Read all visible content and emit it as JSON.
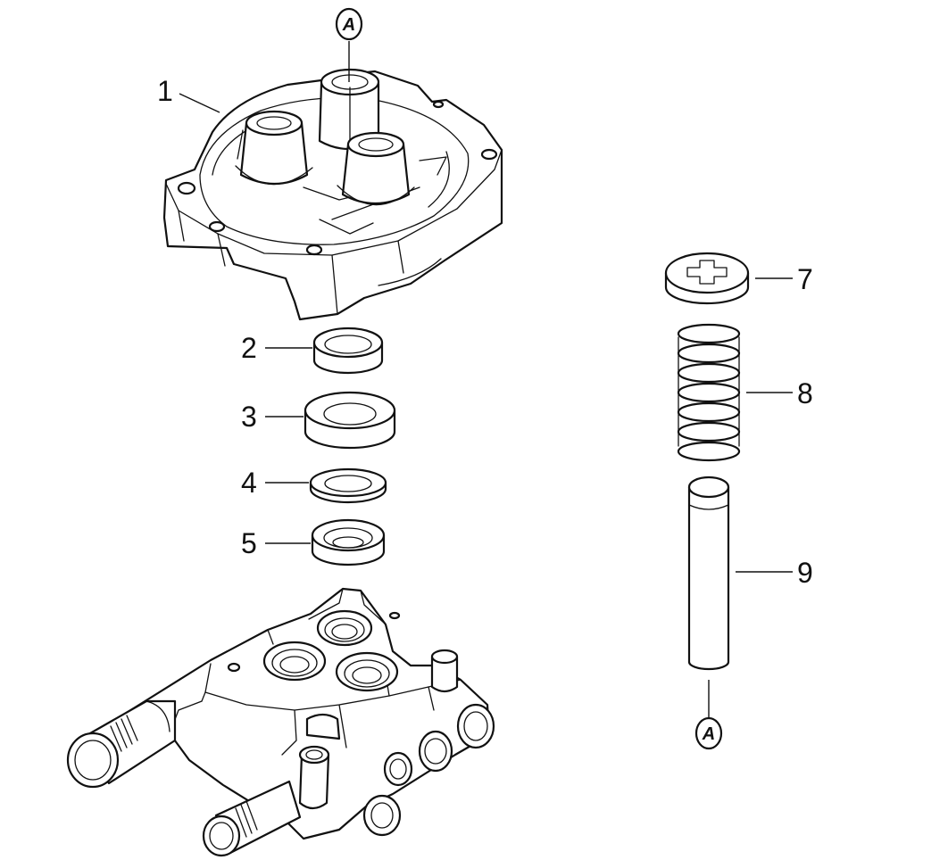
{
  "diagram": {
    "reference_mark": "A",
    "callouts": [
      {
        "id": "1",
        "label": "1"
      },
      {
        "id": "2",
        "label": "2"
      },
      {
        "id": "3",
        "label": "3"
      },
      {
        "id": "4",
        "label": "4"
      },
      {
        "id": "5",
        "label": "5"
      },
      {
        "id": "7",
        "label": "7"
      },
      {
        "id": "8",
        "label": "8"
      },
      {
        "id": "9",
        "label": "9"
      }
    ]
  }
}
